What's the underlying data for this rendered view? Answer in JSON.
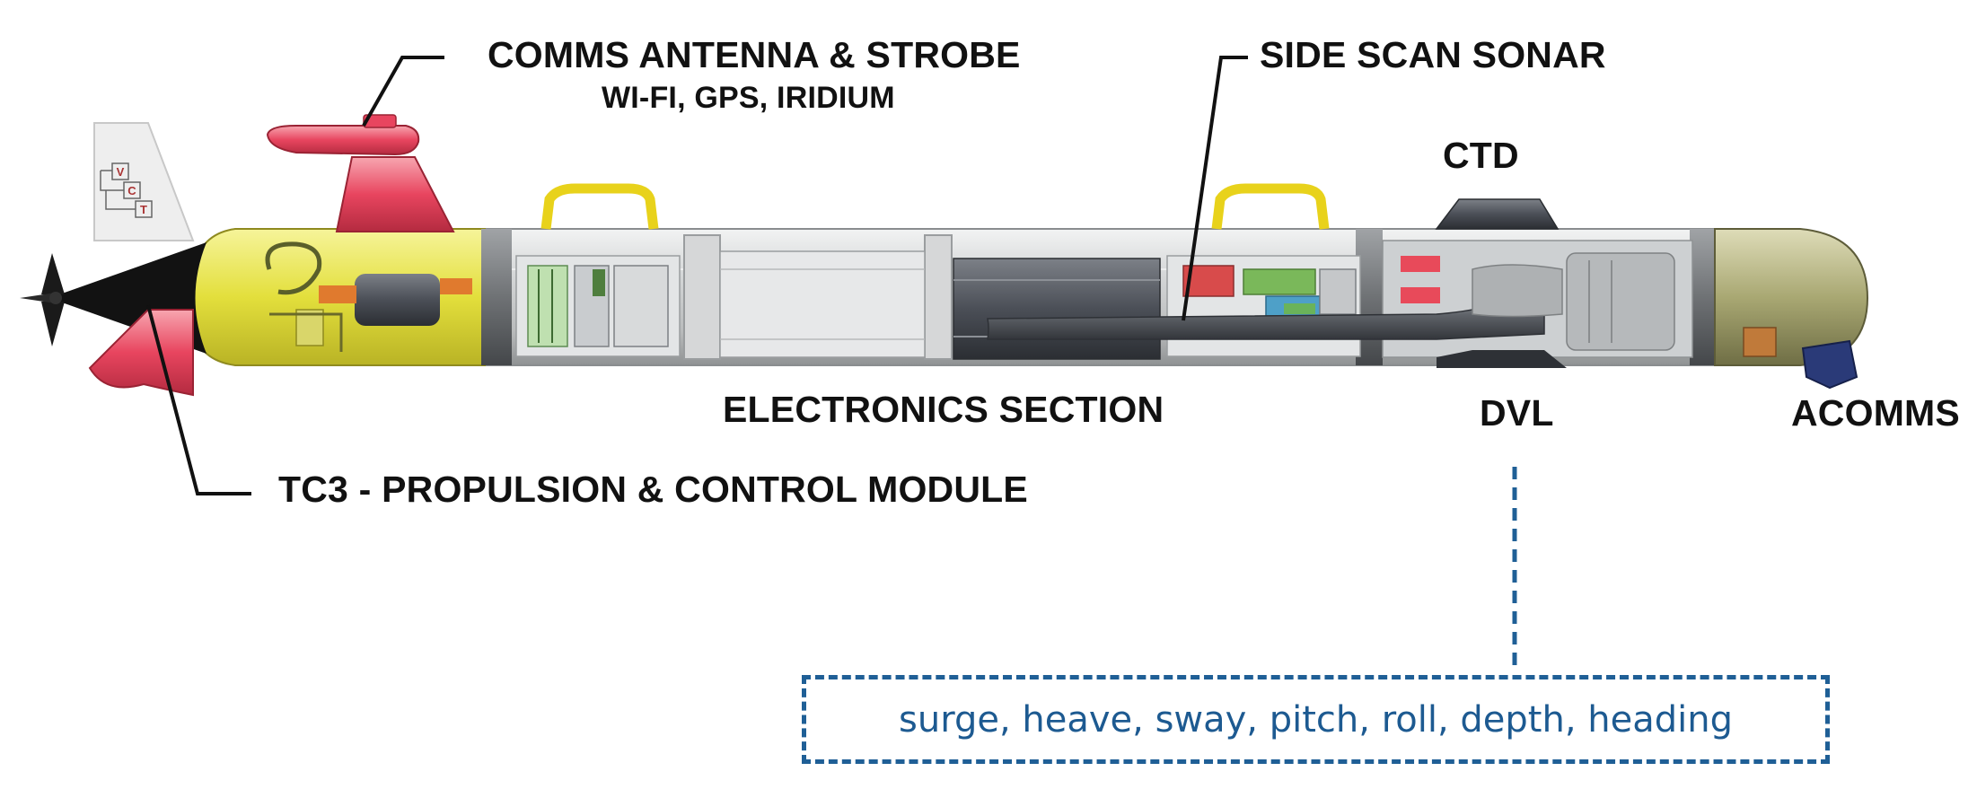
{
  "labels": {
    "comms_title": "COMMS ANTENNA & STROBE",
    "comms_sub": "WI-FI, GPS, IRIDIUM",
    "side_scan": "SIDE SCAN SONAR",
    "ctd": "CTD",
    "electronics": "ELECTRONICS SECTION",
    "dvl": "DVL",
    "acomms": "ACOMMS",
    "tc3": "TC3 - PROPULSION & CONTROL MODULE",
    "logo_letters": "VCT"
  },
  "dvl_outputs": "surge, heave, sway, pitch, roll, depth, heading",
  "colors": {
    "hull_grey": "#c9cbcc",
    "tail_yellow": "#e6e24a",
    "fin_pink": "#e8455f",
    "handle_yellow": "#e8d21b",
    "nose_olive": "#a3a36b",
    "acomms_blue": "#2a3a78",
    "dashed_box": "#1f5f96",
    "label_text": "#111111"
  }
}
